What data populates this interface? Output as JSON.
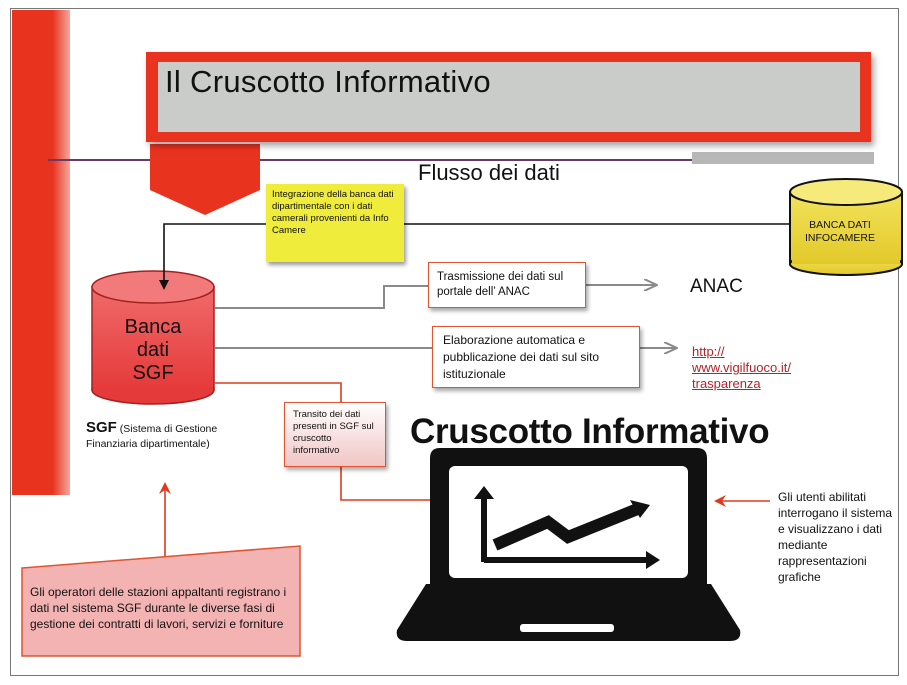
{
  "title": "Il Cruscotto Informativo",
  "flow_title": "Flusso dei dati",
  "yellow_box": "Integrazione della banca dati dipartimentale con i dati camerali provenienti da Info Camere",
  "banca_infocamere": "BANCA DATI INFOCAMERE",
  "banca_sgf": "Banca dati SGF",
  "trasmissione": "Trasmissione dei dati sul portale dell’ ANAC",
  "anac": "ANAC",
  "elaborazione": "Elaborazione automatica e pubblicazione dei dati sul sito istituzionale",
  "url": [
    "http://",
    "www.vigilfuoco.it/",
    "trasparenza"
  ],
  "transito": "Transito dei dati presenti in SGF sul cruscotto informativo",
  "sgf_label": {
    "bold": "SGF",
    "rest": " (Sistema di Gestione Finanziaria dipartimentale)"
  },
  "cruscotto_title": "Cruscotto Informativo",
  "operatori": "Gli operatori delle stazioni appaltanti registrano i dati nel sistema SGF durante le diverse fasi di gestione dei contratti di lavori, servizi e forniture",
  "utenti": "Gli utenti abilitati interrogano il sistema e visualizzano i dati mediante rappresentazioni grafiche",
  "colors": {
    "accent_red": "#e8331f",
    "title_gray": "#c9ccc8",
    "yellow": "#f0ec3c",
    "link_red": "#b3232a"
  },
  "icons": [
    "database-cylinder-icon",
    "laptop-chart-icon"
  ]
}
